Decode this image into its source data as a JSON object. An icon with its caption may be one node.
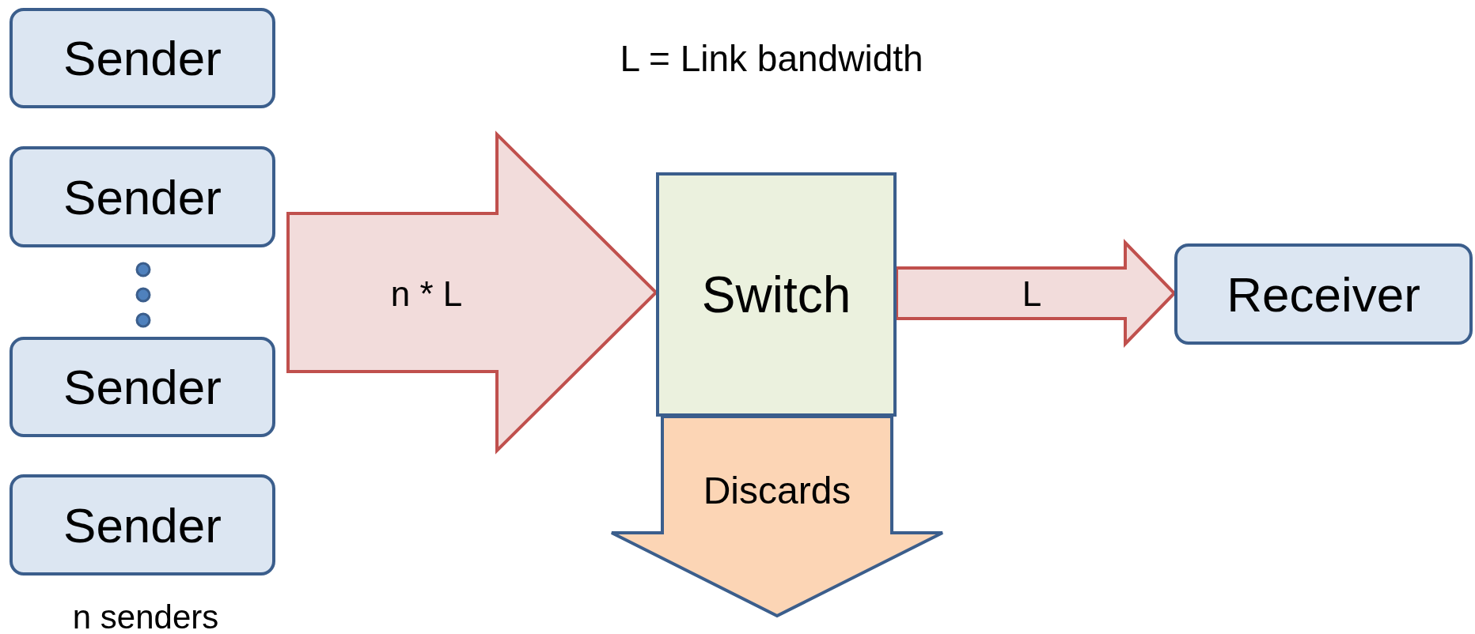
{
  "diagram": {
    "nodes": [
      {
        "text": [
          "Sender"
        ]
      },
      {
        "text": [
          "Sender"
        ]
      },
      {
        "text": [
          "Sender"
        ]
      },
      {
        "text": [
          "Sender"
        ]
      },
      {
        "text": [
          "Switch"
        ]
      },
      {
        "text": [
          "Receiver"
        ]
      }
    ],
    "edges": [
      {
        "from": null,
        "to": 4,
        "arrow": "to",
        "label": "n * L"
      },
      {
        "from": 4,
        "to": 5,
        "arrow": "to",
        "label": "L"
      },
      {
        "from": 4,
        "to": null,
        "arrow": "to",
        "label": "Discards",
        "color": "#3b5e8c"
      }
    ],
    "labels": [
      "L = Link bandwidth",
      "n senders"
    ]
  }
}
